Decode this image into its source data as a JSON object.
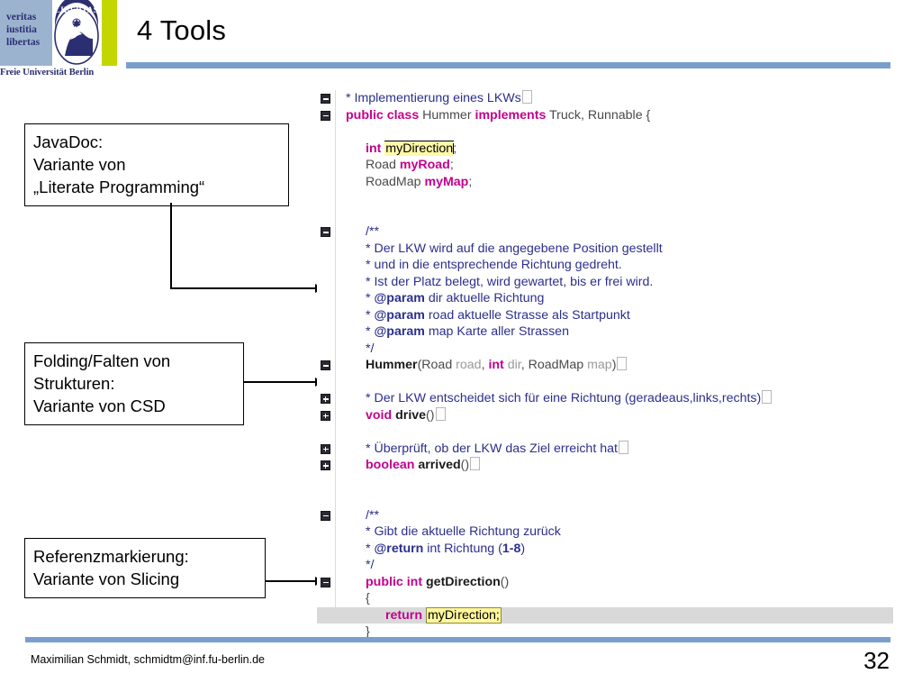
{
  "slide": {
    "title": "4 Tools",
    "page_number": "32",
    "footer": "Maximilian Schmidt, schmidtm@inf.fu-berlin.de",
    "accent_color": "#7a9fcc"
  },
  "logo": {
    "words": [
      "veritas",
      "iustitia",
      "libertas"
    ],
    "caption": "Freie Universität Berlin",
    "block_color": "#9cb3cf",
    "green_color": "#c3d600",
    "text_color": "#2b2f72"
  },
  "callouts": [
    {
      "id": "javadoc",
      "lines": [
        "JavaDoc:",
        "Variante von",
        "„Literate Programming“"
      ]
    },
    {
      "id": "folding",
      "lines": [
        "Folding/Falten  von",
        "Strukturen:",
        "Variante von CSD"
      ]
    },
    {
      "id": "refmark",
      "lines": [
        "Referenzmarkierung:",
        "Variante von Slicing"
      ]
    }
  ],
  "code": {
    "colors": {
      "keyword": "#c3008e",
      "comment": "#2b2f8c",
      "plain": "#4a4a4a",
      "highlight": "#fff9a8",
      "current_line": "#d9d9d9"
    },
    "lines": [
      {
        "fold": "minus",
        "tokens": [
          {
            "t": "cmt",
            "v": " * Implementierung eines LKWs"
          },
          {
            "t": "folded",
            "v": ""
          }
        ]
      },
      {
        "fold": "minus",
        "indent": 0,
        "tokens": [
          {
            "t": "kw",
            "v": "public class"
          },
          {
            "t": "plain",
            "v": " Hummer "
          },
          {
            "t": "kw",
            "v": "implements"
          },
          {
            "t": "plain",
            "v": " Truck, Runnable {"
          }
        ]
      },
      {
        "blank": true
      },
      {
        "indent": 1,
        "tokens": [
          {
            "t": "kw",
            "v": "int"
          },
          {
            "t": "plain",
            "v": " "
          },
          {
            "t": "mark",
            "v": "myDirection"
          },
          {
            "t": "caret",
            "v": ""
          },
          {
            "t": "plain",
            "v": ";"
          }
        ]
      },
      {
        "indent": 1,
        "tokens": [
          {
            "t": "plain",
            "v": "Road "
          },
          {
            "t": "field",
            "v": "myRoad"
          },
          {
            "t": "plain",
            "v": ";"
          }
        ]
      },
      {
        "indent": 1,
        "tokens": [
          {
            "t": "plain",
            "v": "RoadMap "
          },
          {
            "t": "field",
            "v": "myMap"
          },
          {
            "t": "plain",
            "v": ";"
          }
        ]
      },
      {
        "blank": true
      },
      {
        "blank": true
      },
      {
        "fold": "minus",
        "indent": 1,
        "tokens": [
          {
            "t": "cmt",
            "v": "/**"
          }
        ]
      },
      {
        "indent": 1,
        "tokens": [
          {
            "t": "cmt",
            "v": " * Der LKW wird auf die angegebene Position gestellt"
          }
        ]
      },
      {
        "indent": 1,
        "tokens": [
          {
            "t": "cmt",
            "v": " * und in die entsprechende Richtung gedreht."
          }
        ]
      },
      {
        "indent": 1,
        "tokens": [
          {
            "t": "cmt",
            "v": " * Ist der Platz belegt, wird gewartet, bis er frei wird."
          }
        ]
      },
      {
        "indent": 1,
        "tokens": [
          {
            "t": "cmt",
            "v": " * "
          },
          {
            "t": "cmtb",
            "v": "@param"
          },
          {
            "t": "cmt",
            "v": " dir aktuelle Richtung"
          }
        ]
      },
      {
        "indent": 1,
        "tokens": [
          {
            "t": "cmt",
            "v": " * "
          },
          {
            "t": "cmtb",
            "v": "@param"
          },
          {
            "t": "cmt",
            "v": " road aktuelle Strasse als Startpunkt"
          }
        ]
      },
      {
        "indent": 1,
        "tokens": [
          {
            "t": "cmt",
            "v": " * "
          },
          {
            "t": "cmtb",
            "v": "@param"
          },
          {
            "t": "cmt",
            "v": " map Karte aller Strassen"
          }
        ]
      },
      {
        "indent": 1,
        "tokens": [
          {
            "t": "cmt",
            "v": " */"
          }
        ]
      },
      {
        "fold": "minus",
        "indent": 1,
        "tokens": [
          {
            "t": "ident",
            "v": "Hummer"
          },
          {
            "t": "plain",
            "v": "(Road "
          },
          {
            "t": "param",
            "v": "road"
          },
          {
            "t": "plain",
            "v": ", "
          },
          {
            "t": "kw",
            "v": "int"
          },
          {
            "t": "plain",
            "v": " "
          },
          {
            "t": "param",
            "v": "dir"
          },
          {
            "t": "plain",
            "v": ", RoadMap "
          },
          {
            "t": "param",
            "v": "map"
          },
          {
            "t": "plain",
            "v": ")"
          },
          {
            "t": "folded",
            "v": ""
          }
        ]
      },
      {
        "blank": true
      },
      {
        "fold": "plus",
        "indent": 1,
        "tokens": [
          {
            "t": "cmt",
            "v": " * Der LKW entscheidet sich für eine Richtung (geradeaus,links,rechts)"
          },
          {
            "t": "folded",
            "v": ""
          }
        ]
      },
      {
        "fold": "plus",
        "indent": 1,
        "tokens": [
          {
            "t": "kw",
            "v": "void"
          },
          {
            "t": "plain",
            "v": " "
          },
          {
            "t": "ident",
            "v": "drive"
          },
          {
            "t": "plain",
            "v": "()"
          },
          {
            "t": "folded",
            "v": ""
          }
        ]
      },
      {
        "blank": true
      },
      {
        "fold": "plus",
        "indent": 1,
        "tokens": [
          {
            "t": "cmt",
            "v": " * Überprüft, ob der LKW das Ziel erreicht hat"
          },
          {
            "t": "folded",
            "v": ""
          }
        ]
      },
      {
        "fold": "plus",
        "indent": 1,
        "tokens": [
          {
            "t": "kw",
            "v": "boolean"
          },
          {
            "t": "plain",
            "v": " "
          },
          {
            "t": "ident",
            "v": "arrived"
          },
          {
            "t": "plain",
            "v": "()"
          },
          {
            "t": "folded",
            "v": ""
          }
        ]
      },
      {
        "blank": true
      },
      {
        "blank": true
      },
      {
        "fold": "minus",
        "indent": 1,
        "tokens": [
          {
            "t": "cmt",
            "v": "/**"
          }
        ]
      },
      {
        "indent": 1,
        "tokens": [
          {
            "t": "cmt",
            "v": " * Gibt die aktuelle Richtung zurück"
          }
        ]
      },
      {
        "indent": 1,
        "tokens": [
          {
            "t": "cmt",
            "v": " * "
          },
          {
            "t": "cmtb",
            "v": "@return"
          },
          {
            "t": "cmt",
            "v": " int Richtung ("
          },
          {
            "t": "cmtb",
            "v": "1-8"
          },
          {
            "t": "cmt",
            "v": ")"
          }
        ]
      },
      {
        "indent": 1,
        "tokens": [
          {
            "t": "cmt",
            "v": " */"
          }
        ]
      },
      {
        "fold": "minus",
        "indent": 1,
        "tokens": [
          {
            "t": "kw",
            "v": "public int"
          },
          {
            "t": "plain",
            "v": " "
          },
          {
            "t": "ident",
            "v": "getDirection"
          },
          {
            "t": "plain",
            "v": "()"
          }
        ]
      },
      {
        "indent": 1,
        "tokens": [
          {
            "t": "plain",
            "v": "{"
          }
        ]
      },
      {
        "current": true,
        "indent": 2,
        "tokens": [
          {
            "t": "kw",
            "v": "return"
          },
          {
            "t": "plain",
            "v": " "
          },
          {
            "t": "mark2a",
            "v": "myDi"
          },
          {
            "t": "caret",
            "v": ""
          },
          {
            "t": "mark2b",
            "v": "rection;"
          }
        ]
      },
      {
        "indent": 1,
        "tokens": [
          {
            "t": "plain",
            "v": "}"
          }
        ]
      }
    ]
  }
}
